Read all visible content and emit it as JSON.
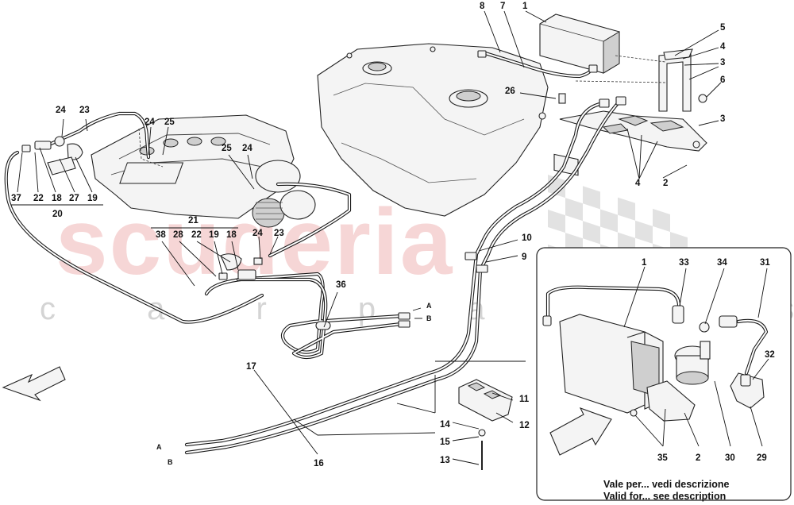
{
  "watermark": {
    "brand": "scuderia",
    "sub": "c a r   p a r t s"
  },
  "inset": {
    "caption_it": "Vale per... vedi descrizione",
    "caption_en": "Valid for... see description"
  },
  "flow_labels": {
    "a": "A",
    "b": "B"
  },
  "callouts": {
    "c1": "1",
    "c2": "2",
    "c3a": "3",
    "c3b": "3",
    "c4a": "4",
    "c4b": "4",
    "c5": "5",
    "c6": "6",
    "c7": "7",
    "c8": "8",
    "c9": "9",
    "c10": "10",
    "c11": "11",
    "c12": "12",
    "c13": "13",
    "c14": "14",
    "c15": "15",
    "c16": "16",
    "c17": "17",
    "c24a": "24",
    "c23a": "23",
    "c24b": "24",
    "c25a": "25",
    "c25b": "25",
    "c24c": "24",
    "c37": "37",
    "c22a": "22",
    "c18a": "18",
    "c27": "27",
    "c19a": "19",
    "c20": "20",
    "c21": "21",
    "c38": "38",
    "c28": "28",
    "c19b": "19",
    "c18b": "18",
    "c24d": "24",
    "c23b": "23",
    "c22b": "22",
    "c36": "36",
    "c26": "26",
    "i1": "1",
    "i33": "33",
    "i34": "34",
    "i31": "31",
    "i32": "32",
    "i35": "35",
    "i2": "2",
    "i30": "30",
    "i29": "29"
  },
  "colors": {
    "watermark_red": "#f0b6b6",
    "line": "#111111",
    "part_fill": "#f4f4f4"
  },
  "icons": {
    "direction_arrow_left": "arrow-down-left-icon",
    "direction_arrow_right": "arrow-up-right-icon"
  }
}
